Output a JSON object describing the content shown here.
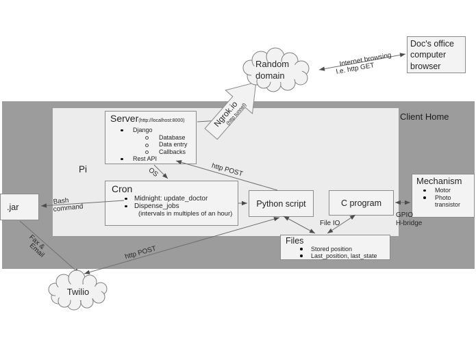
{
  "nodes": {
    "doc_browser": {
      "label": "Doc's office computer browser"
    },
    "random_domain": {
      "line1": "Random",
      "line2": "domain"
    },
    "ngrok": {
      "title": "Ngrok.io",
      "subtitle": "(http tunnel)"
    },
    "client_home": {
      "label": "Client Home"
    },
    "pi": {
      "label": "Pi"
    },
    "server": {
      "title": "Server",
      "subtitle": "(http://localhost:8000)",
      "bullets": [
        {
          "level": 1,
          "label": "Django"
        },
        {
          "level": 2,
          "label": "Database"
        },
        {
          "level": 2,
          "label": "Data entry"
        },
        {
          "level": 2,
          "label": "Callbacks"
        },
        {
          "level": 1,
          "label": "Rest API"
        }
      ]
    },
    "cron": {
      "title": "Cron",
      "bullets": [
        {
          "label": "Midnight: update_doctor"
        },
        {
          "label": "Dispense_jobs"
        }
      ],
      "note": "(intervals in multiples of an hour)"
    },
    "python_script": {
      "label": "Python script"
    },
    "c_program": {
      "label": "C program"
    },
    "mechanism": {
      "title": "Mechanism",
      "bullets": [
        {
          "label": "Motor"
        },
        {
          "label": "Photo transistor"
        }
      ]
    },
    "files": {
      "title": "Files",
      "bullets": [
        {
          "label": "Stored position"
        },
        {
          "label": "Last_position, last_state"
        }
      ]
    },
    "jar": {
      "label": ".jar"
    },
    "twilio": {
      "label": "Twilio"
    }
  },
  "edges": {
    "internet_browsing": {
      "line1": "Internet browsing",
      "line2": "I.e. http GET"
    },
    "http_post_server": {
      "label": "http POST"
    },
    "os": {
      "label": "OS"
    },
    "bash_command": {
      "line1": "Bash",
      "line2": "command"
    },
    "file_io": {
      "label": "File IO"
    },
    "gpio_hbridge": {
      "line1": "GPIO",
      "line2": "H-bridge"
    },
    "fax_email": {
      "line1": "Fax &",
      "line2": "Email"
    },
    "http_post_twilio": {
      "label": "http POST"
    }
  },
  "colors": {
    "canvas_bg": "#ffffff",
    "client_home_bg": "#9c9c9c",
    "pi_bg": "#ececec",
    "box_bg": "#f3f3f3",
    "box_border": "#8a8a8a",
    "line": "#6e6e6e",
    "arrowhead": "#4d4d4d",
    "text": "#1f1f1f",
    "cloud_bg": "#f2f2f2",
    "cloud_border": "#7d7d7d"
  }
}
